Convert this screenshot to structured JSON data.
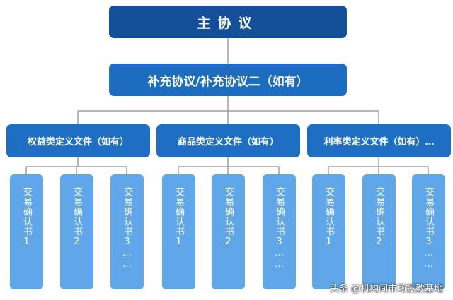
{
  "main_agreement": "主协议",
  "supplementary": "补充协议/补充协议二（如有）",
  "categories": [
    {
      "label": "权益类定义文件（如有）",
      "leaves": [
        "交易确认书1",
        "交易确认书2",
        "交易确认书3……"
      ]
    },
    {
      "label": "商品类定义文件（如有）",
      "leaves": [
        "交易确认书1",
        "交易确认书2",
        "交易确认书3……"
      ]
    },
    {
      "label": "利率类定义文件（如有）…",
      "leaves": [
        "交易确认书1",
        "交易确认书2",
        "交易确认书3……"
      ]
    }
  ],
  "watermark": "头条 @机构间市场投教基地",
  "colors": {
    "main": "#14509a",
    "supplementary": "#1c6cbf",
    "category": "#1e6fc4",
    "leaf": "#5fa7e8",
    "connector": "#a0a0a0"
  }
}
